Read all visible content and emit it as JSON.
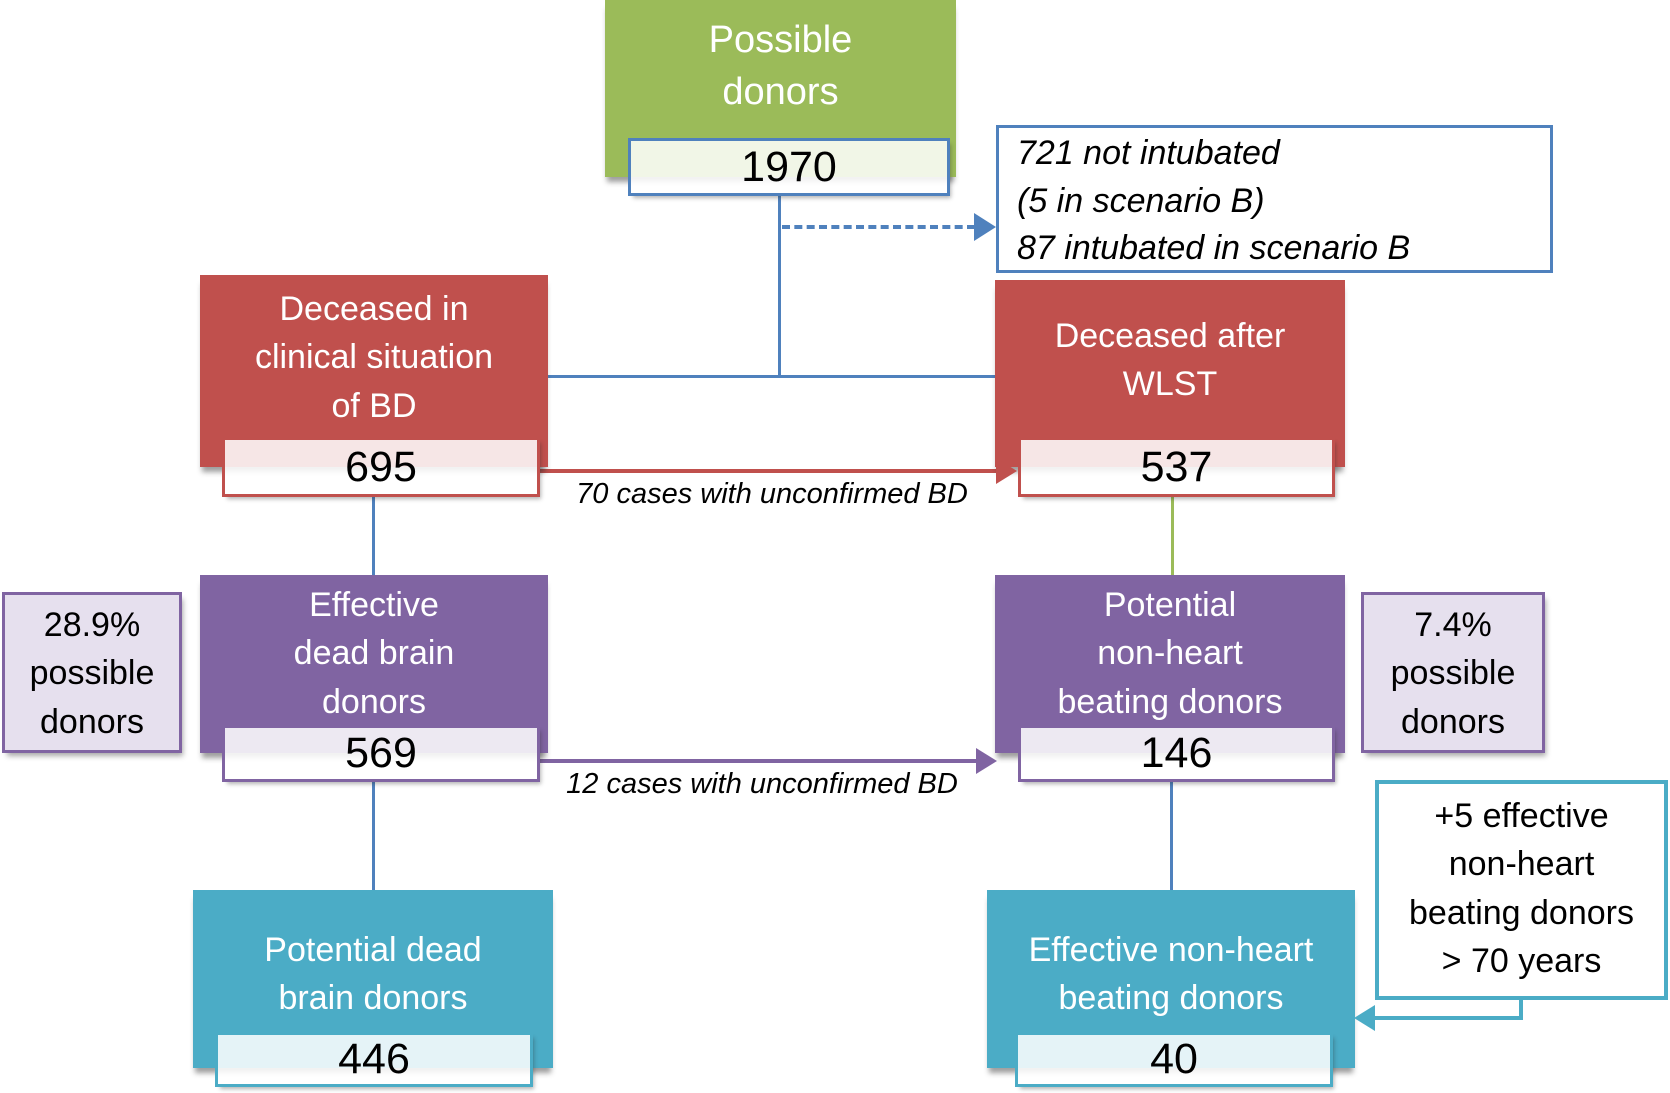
{
  "diagram": {
    "nodes": {
      "possible_donors": {
        "label": "Possible\ndonors",
        "value": "1970"
      },
      "deceased_bd": {
        "label": "Deceased in\nclinical situation\nof BD",
        "value": "695"
      },
      "deceased_wlst": {
        "label": "Deceased after\nWLST",
        "value": "537"
      },
      "effective_dbd": {
        "label": "Effective\ndead brain\ndonors",
        "value": "569"
      },
      "potential_nhbd": {
        "label": "Potential\nnon-heart\nbeating donors",
        "value": "146"
      },
      "potential_dbd": {
        "label": "Potential dead\nbrain donors",
        "value": "446"
      },
      "effective_nhbd": {
        "label": "Effective non-heart\nbeating donors",
        "value": "40"
      }
    },
    "side_notes": {
      "intubation_note": "721 not intubated\n(5 in scenario B)\n87 intubated in scenario B",
      "pct_left": "28.9%\npossible\ndonors",
      "pct_right": "7.4%\npossible\ndonors",
      "plus5_note": "+5 effective\nnon-heart\nbeating donors\n> 70 years"
    },
    "edge_labels": {
      "unconfirmed_70": "70 cases with unconfirmed BD",
      "unconfirmed_12": "12 cases with unconfirmed BD"
    },
    "colors": {
      "green": "#9bbb59",
      "red": "#c0504d",
      "purple": "#8064a2",
      "teal": "#4bacc6",
      "lavender": "#e6e0ee",
      "connector_blue": "#4f81bd",
      "connector_green": "#9bbb59"
    }
  }
}
